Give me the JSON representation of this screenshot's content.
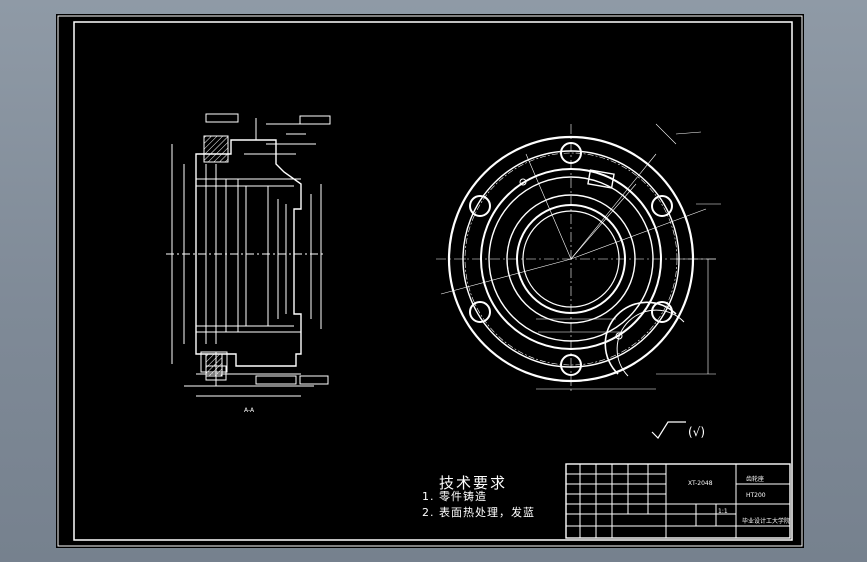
{
  "technical_requirements": {
    "title": "技术要求",
    "items": [
      "1. 零件铸造",
      "2. 表面热处理，发蓝"
    ]
  },
  "roughness_note": "(√)",
  "section_label": "A-A",
  "title_block": {
    "drawing_no": "XT-2048",
    "part_name": "齿轮座",
    "school": "毕业设计工大学院",
    "material": "HT200",
    "scale": "1:1"
  },
  "colors": {
    "background": "#000000",
    "line": "#ffffff",
    "dimension": "#ffffff",
    "viewport_bg": "#808a96"
  }
}
